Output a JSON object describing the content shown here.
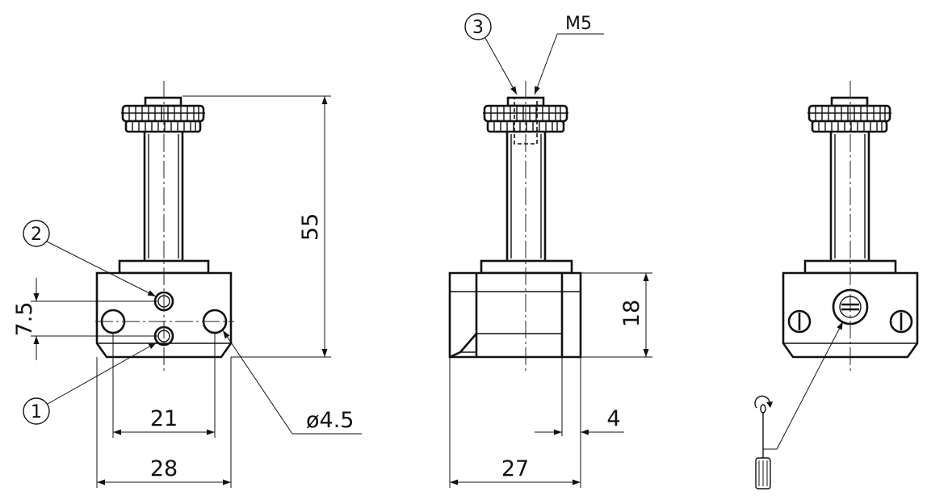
{
  "views": [
    "front-view",
    "side-view",
    "rear-view"
  ],
  "dimensions": {
    "overall_height": "55",
    "port_spacing": "7.5",
    "hole_spacing": "21",
    "front_width": "28",
    "hole_diameter": "ø4.5",
    "body_height": "18",
    "offset": "4",
    "side_width": "27"
  },
  "callouts": {
    "port_1": "1",
    "port_2": "2",
    "port_3": "3",
    "thread": "M5"
  },
  "icons": [
    "screwdriver-icon",
    "rotation-arrow-icon"
  ]
}
